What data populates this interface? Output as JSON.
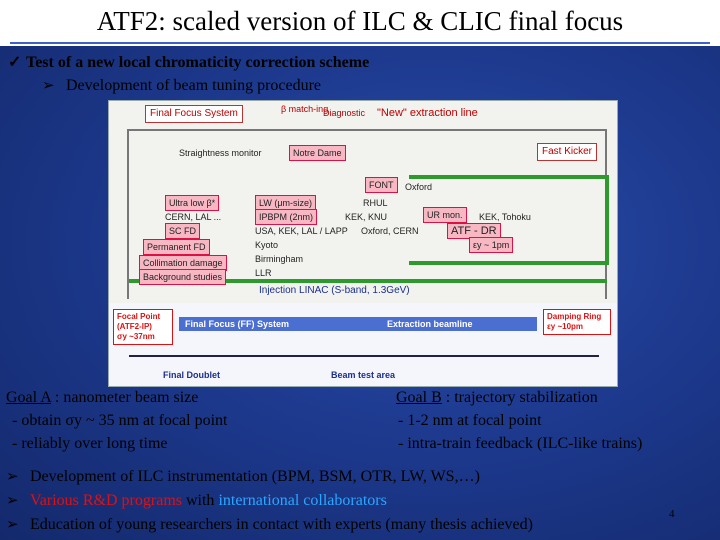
{
  "slide": {
    "title": "ATF2: scaled version of ILC & CLIC final focus",
    "page_number": "4"
  },
  "bullets": {
    "b1": "Test of a new local chromaticity correction scheme",
    "b1a": "Development of beam tuning procedure"
  },
  "diagram": {
    "headers": {
      "final_focus": "Final Focus System",
      "beta_matching": "β match-ing",
      "diagnostic": "Diagnostic",
      "new_extraction": "\"New\" extraction line",
      "straightness": "Straightness monitor",
      "notre_dame": "Notre Dame",
      "fast_kicker": "Fast Kicker"
    },
    "pink_labels": {
      "ultra_low": "Ultra low β*",
      "cern_lal": "CERN, LAL ...",
      "sc_fd": "SC FD",
      "permanent_fd": "Permanent FD",
      "collimation": "Collimation damage",
      "background": "Background studies",
      "lw": "LW (μm-size)",
      "ipbpm": "IPBPM (2nm)",
      "usa_kek": "USA, KEK, LAL / LAPP",
      "kyoto": "Kyoto",
      "birmingham": "Birmingham",
      "llr": "LLR",
      "font": "FONT",
      "oxford": "Oxford",
      "rhul": "RHUL",
      "kek_knu": "KEK, KNU",
      "ur_mon": "UR mon.",
      "kek_tohoku": "KEK, Tohoku",
      "oxford_cern": "Oxford, CERN",
      "atf_dr": "ATF - DR",
      "emit": "εy ~ 1pm",
      "injection": "Injection LINAC (S-band, 1.3GeV)"
    },
    "lower": {
      "focal_point": "Focal Point",
      "atf2_ip": "(ATF2-IP)",
      "sigma": "σy ~37nm",
      "ff_system": "Final Focus (FF) System",
      "extraction": "Extraction beamline",
      "damping_ring": "Damping Ring",
      "damping_emit": "εy ~10pm",
      "final_doublet": "Final Doublet",
      "beam_test_area": "Beam test area"
    }
  },
  "goals": {
    "a_label": "Goal A",
    "a_rest": " : nanometer beam size",
    "a1": "- obtain σy ~ 35 nm at focal point",
    "a2": "- reliably over long time",
    "b_label": "Goal B",
    "b_rest": " : trajectory stabilization",
    "b1": "- 1-2 nm at focal point",
    "b2": "- intra-train feedback (ILC-like trains)"
  },
  "bottom": {
    "dev": "Development of ILC instrumentation (BPM, BSM, OTR, LW, WS,…)",
    "rd_red": "Various R&D programs",
    "rd_mid": " with ",
    "rd_blue": "international collaborators",
    "edu": "Education of young researchers in contact with experts (many thesis achieved)"
  }
}
